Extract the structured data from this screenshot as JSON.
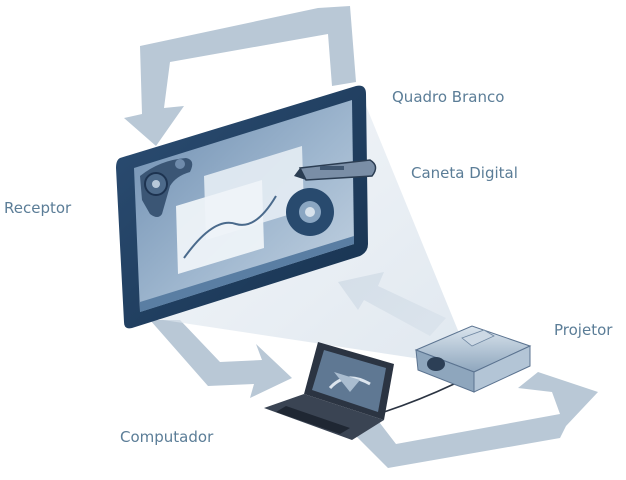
{
  "labels": {
    "whiteboard": "Quadro Branco",
    "digital_pen": "Caneta Digital",
    "receiver": "Receptor",
    "projector": "Projetor",
    "computer": "Computador"
  },
  "colors": {
    "arrow": "#b9c8d6",
    "board_frame": "#1f3f63",
    "board_screen": "#7f9cb8",
    "projection_beam": "#cfdae5",
    "label_text": "#5b7d97",
    "laptop_body": "#2b3442",
    "projector_body": "#9fb5c9"
  },
  "icons": [
    "receiver-icon",
    "digital-pen-icon",
    "laptop-icon",
    "projector-icon",
    "cycle-arrow-icon"
  ]
}
